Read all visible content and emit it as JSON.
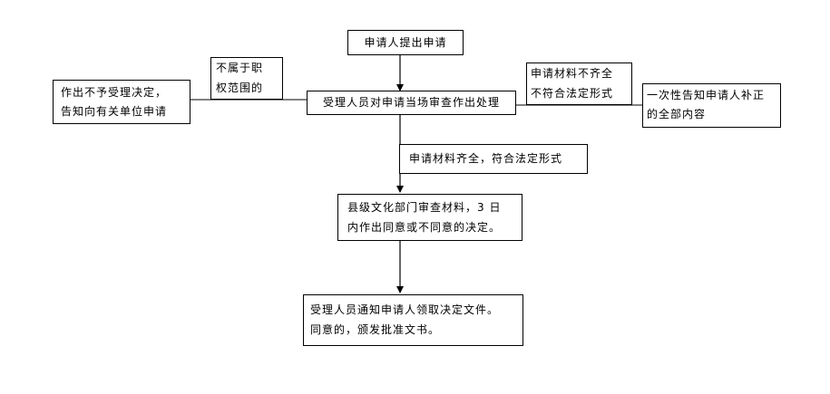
{
  "nodes": {
    "apply": "申请人提出申请",
    "onsite_review": "受理人员对申请当场审查作出处理",
    "out_of_scope": [
      "不属于职",
      "权范围的"
    ],
    "reject_notice": [
      "作出不予受理决定，",
      "告知向有关单位申请"
    ],
    "incomplete": [
      "申请材料不齐全",
      "不符合法定形式"
    ],
    "one_time_notice": [
      "一次性告知申请人补正",
      "的全部内容"
    ],
    "complete": "申请材料齐全，符合法定形式",
    "county_review": [
      "县级文化部门审查材料，3 日",
      "内作出同意或不同意的决定。"
    ],
    "notify_decision": [
      "受理人员通知申请人领取决定文件。",
      "同意的，颁发批准文书。"
    ]
  }
}
